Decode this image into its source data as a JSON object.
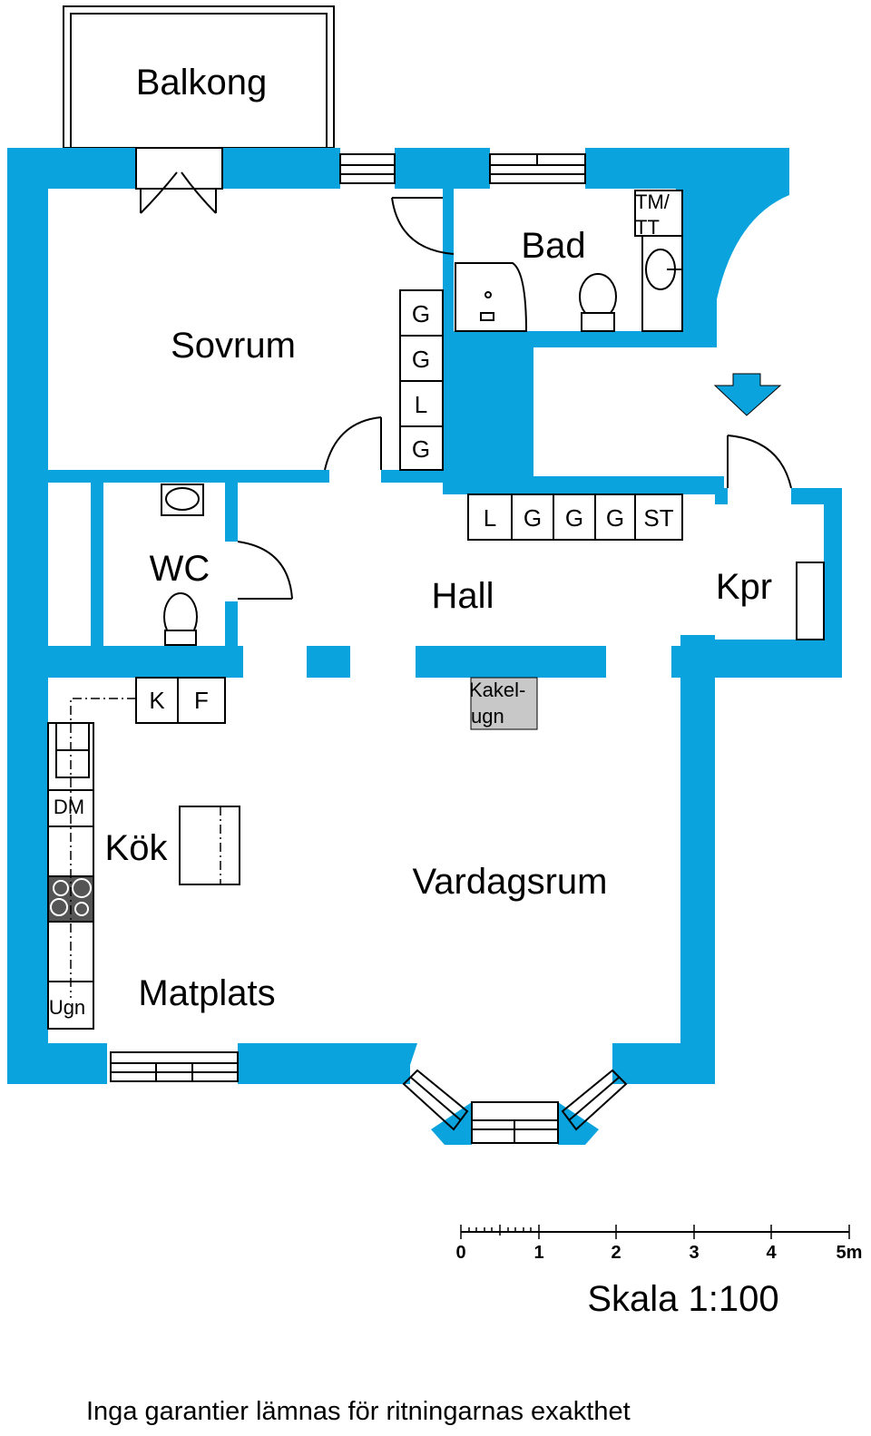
{
  "rooms": {
    "balkong": "Balkong",
    "sovrum": "Sovrum",
    "bad": "Bad",
    "wc": "WC",
    "hall": "Hall",
    "kpr": "Kpr",
    "kok": "Kök",
    "vardagsrum": "Vardagsrum",
    "matplats": "Matplats"
  },
  "fixtures": {
    "tm_tt_line1": "TM/",
    "tm_tt_line2": "TT",
    "wardrobe_vertical": [
      "G",
      "G",
      "L",
      "G"
    ],
    "wardrobe_horizontal": [
      "L",
      "G",
      "G",
      "G",
      "ST"
    ],
    "kitchen_k": "K",
    "kitchen_f": "F",
    "kitchen_dm": "DM",
    "kitchen_ugn": "Ugn",
    "kakelugn_line1": "Kakel-",
    "kakelugn_line2": "ugn"
  },
  "scale": {
    "ticks": [
      "0",
      "1",
      "2",
      "3",
      "4",
      "5m"
    ],
    "label": "Skala 1:100"
  },
  "disclaimer": "Inga garantier lämnas för ritningarnas exakthet",
  "colors": {
    "wall": "#0aa3dd",
    "stove": "#555555",
    "kakelugn": "#c8c8c8"
  }
}
